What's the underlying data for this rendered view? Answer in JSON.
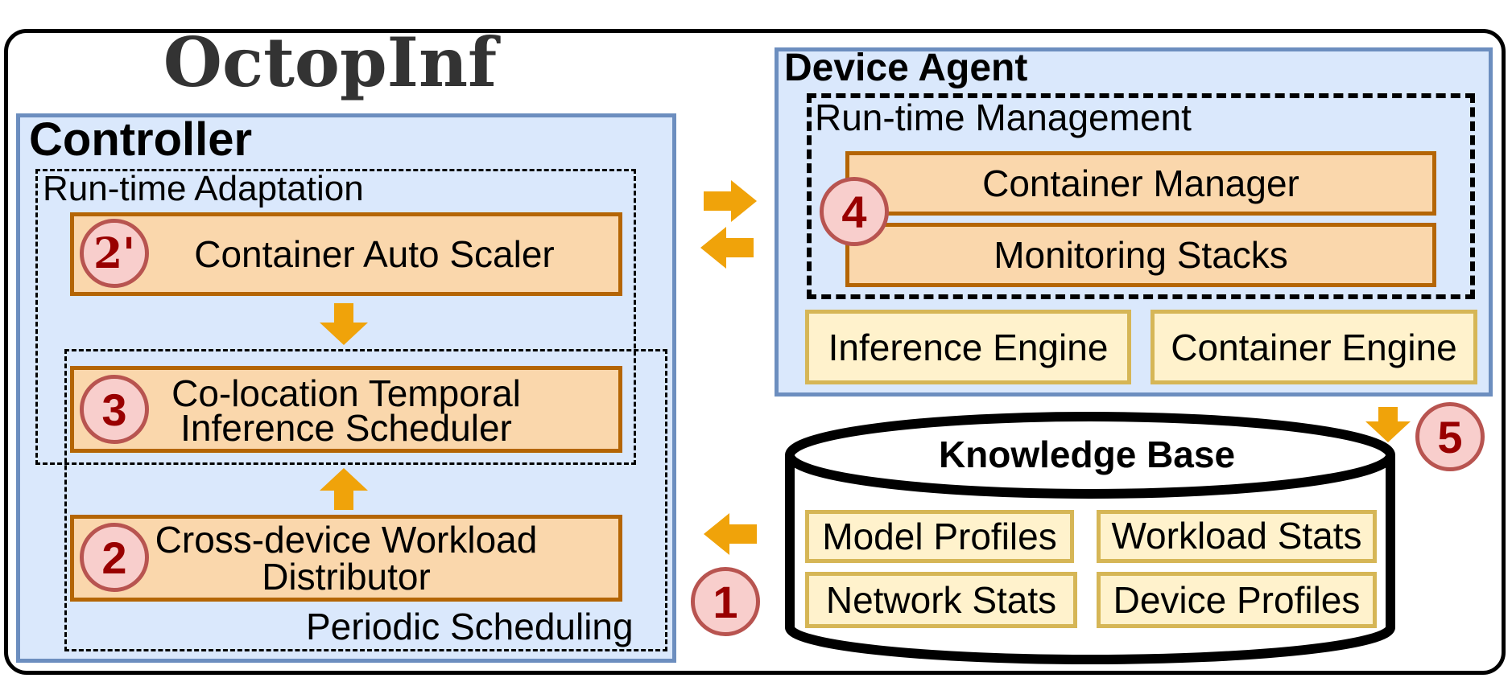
{
  "title": "OctopInf",
  "controller": {
    "title": "Controller",
    "runtime_adaptation": "Run-time Adaptation",
    "periodic_scheduling": "Periodic Scheduling",
    "auto_scaler": "Container Auto Scaler",
    "scheduler_line1": "Co-location Temporal",
    "scheduler_line2": "Inference Scheduler",
    "distributor_line1": "Cross-device Workload",
    "distributor_line2": "Distributor"
  },
  "device_agent": {
    "title": "Device Agent",
    "runtime_management": "Run-time Management",
    "container_manager": "Container Manager",
    "monitoring_stacks": "Monitoring Stacks",
    "inference_engine": "Inference Engine",
    "container_engine": "Container Engine"
  },
  "knowledge_base": {
    "title": "Knowledge Base",
    "model_profiles": "Model Profiles",
    "workload_stats": "Workload Stats",
    "network_stats": "Network Stats",
    "device_profiles": "Device Profiles"
  },
  "steps": {
    "s1": "1",
    "s2": "2",
    "s2p": "2'",
    "s3": "3",
    "s4": "4",
    "s5": "5"
  },
  "colors": {
    "container_fill": "#dae8fc",
    "container_border": "#6c8ebf",
    "module_fill": "#fad7ac",
    "module_border": "#b46504",
    "store_fill": "#fff2cc",
    "store_border": "#d6b656",
    "step_fill": "#f8cecc",
    "step_border": "#b85450",
    "step_text": "#990000",
    "arrow": "#f0a30a"
  }
}
